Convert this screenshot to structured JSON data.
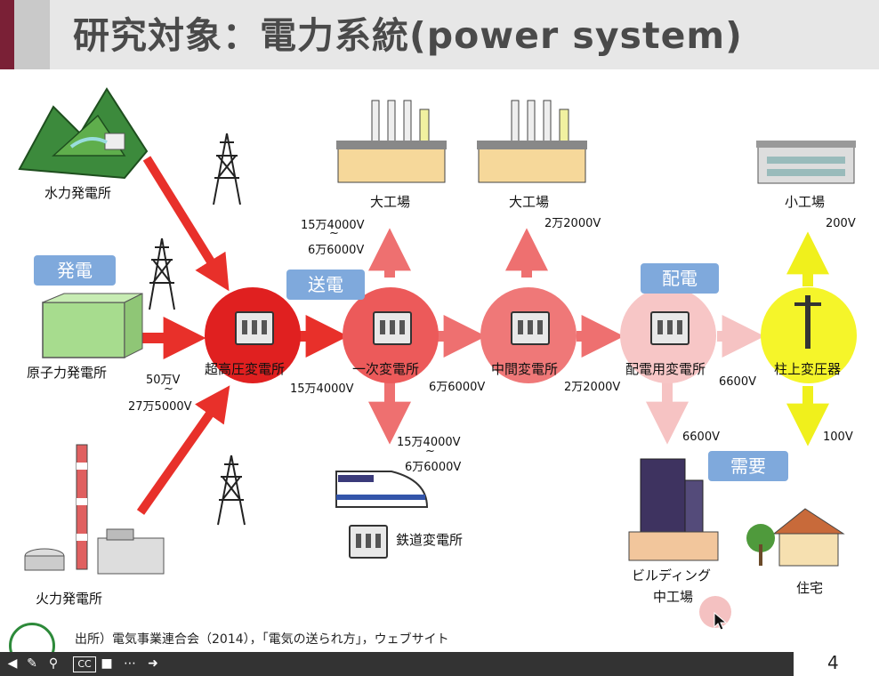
{
  "title": "研究対象：電力系統(power system)",
  "tags": {
    "generation": "発電",
    "transmission": "送電",
    "distribution": "配電",
    "demand": "需要"
  },
  "plants": {
    "hydro": "水力発電所",
    "nuclear": "原子力発電所",
    "thermal": "火力発電所"
  },
  "substations": {
    "ultra_high": "超高圧変電所",
    "primary": "一次変電所",
    "intermediate": "中間変電所",
    "distribution": "配電用変電所",
    "pole": "柱上変圧器",
    "railway": "鉄道変電所"
  },
  "consumers": {
    "large_factory_1": "大工場",
    "large_factory_2": "大工場",
    "small_factory": "小工場",
    "building": "ビルディング",
    "mid_factory": "中工場",
    "house": "住宅"
  },
  "voltages": {
    "gen_out_1": "50万V",
    "gen_out_tilde": "~",
    "gen_out_2": "27万5000V",
    "uh_out": "15万4000V",
    "primary_up_1": "15万4000V",
    "primary_up_tilde": "~",
    "primary_up_2": "6万6000V",
    "primary_out": "6万6000V",
    "primary_down_1": "15万4000V",
    "primary_down_tilde": "~",
    "primary_down_2": "6万6000V",
    "intermediate_up": "2万2000V",
    "intermediate_out": "2万2000V",
    "distribution_out": "6600V",
    "distribution_down": "6600V",
    "pole_up": "200V",
    "pole_down": "100V"
  },
  "footer": "出所）電気事業連合会（2014），「電気の送られ方」，ウェブサイト",
  "page_number": "4",
  "controls": {
    "cc": "CC"
  },
  "colors": {
    "ultra_high": "#e02020",
    "primary": "#ec5a5a",
    "intermediate": "#ef7878",
    "distribution": "#f7c6c6",
    "pole": "#f5f52a",
    "tag": "#7fa9dc"
  }
}
